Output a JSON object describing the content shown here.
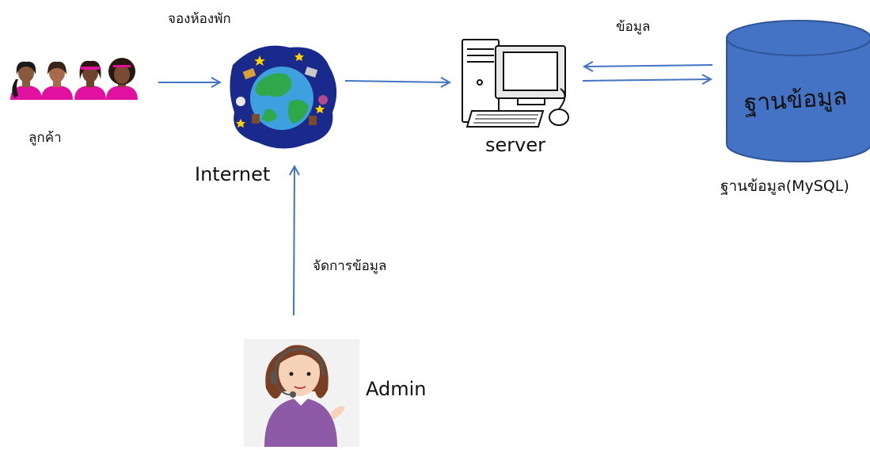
{
  "labels": {
    "book_room": "จองห้องพัก",
    "customer": "ลูกค้า",
    "internet": "Internet",
    "server": "server",
    "data": "ข้อมูล",
    "db_title": "ฐานข้อมูล",
    "db_caption": "ฐานข้อมูล(MySQL)",
    "manage_data": "จัดการข้อมูล",
    "admin": "Admin"
  },
  "colors": {
    "arrow": "#4472C4",
    "database_fill": "#4472C4",
    "database_stroke": "#2F5597",
    "customer_shirt": "#E0119E",
    "admin_shirt": "#8E5AA8"
  },
  "icons": [
    "customers-icon",
    "globe-icon",
    "computer-icon",
    "database-icon",
    "admin-icon"
  ]
}
